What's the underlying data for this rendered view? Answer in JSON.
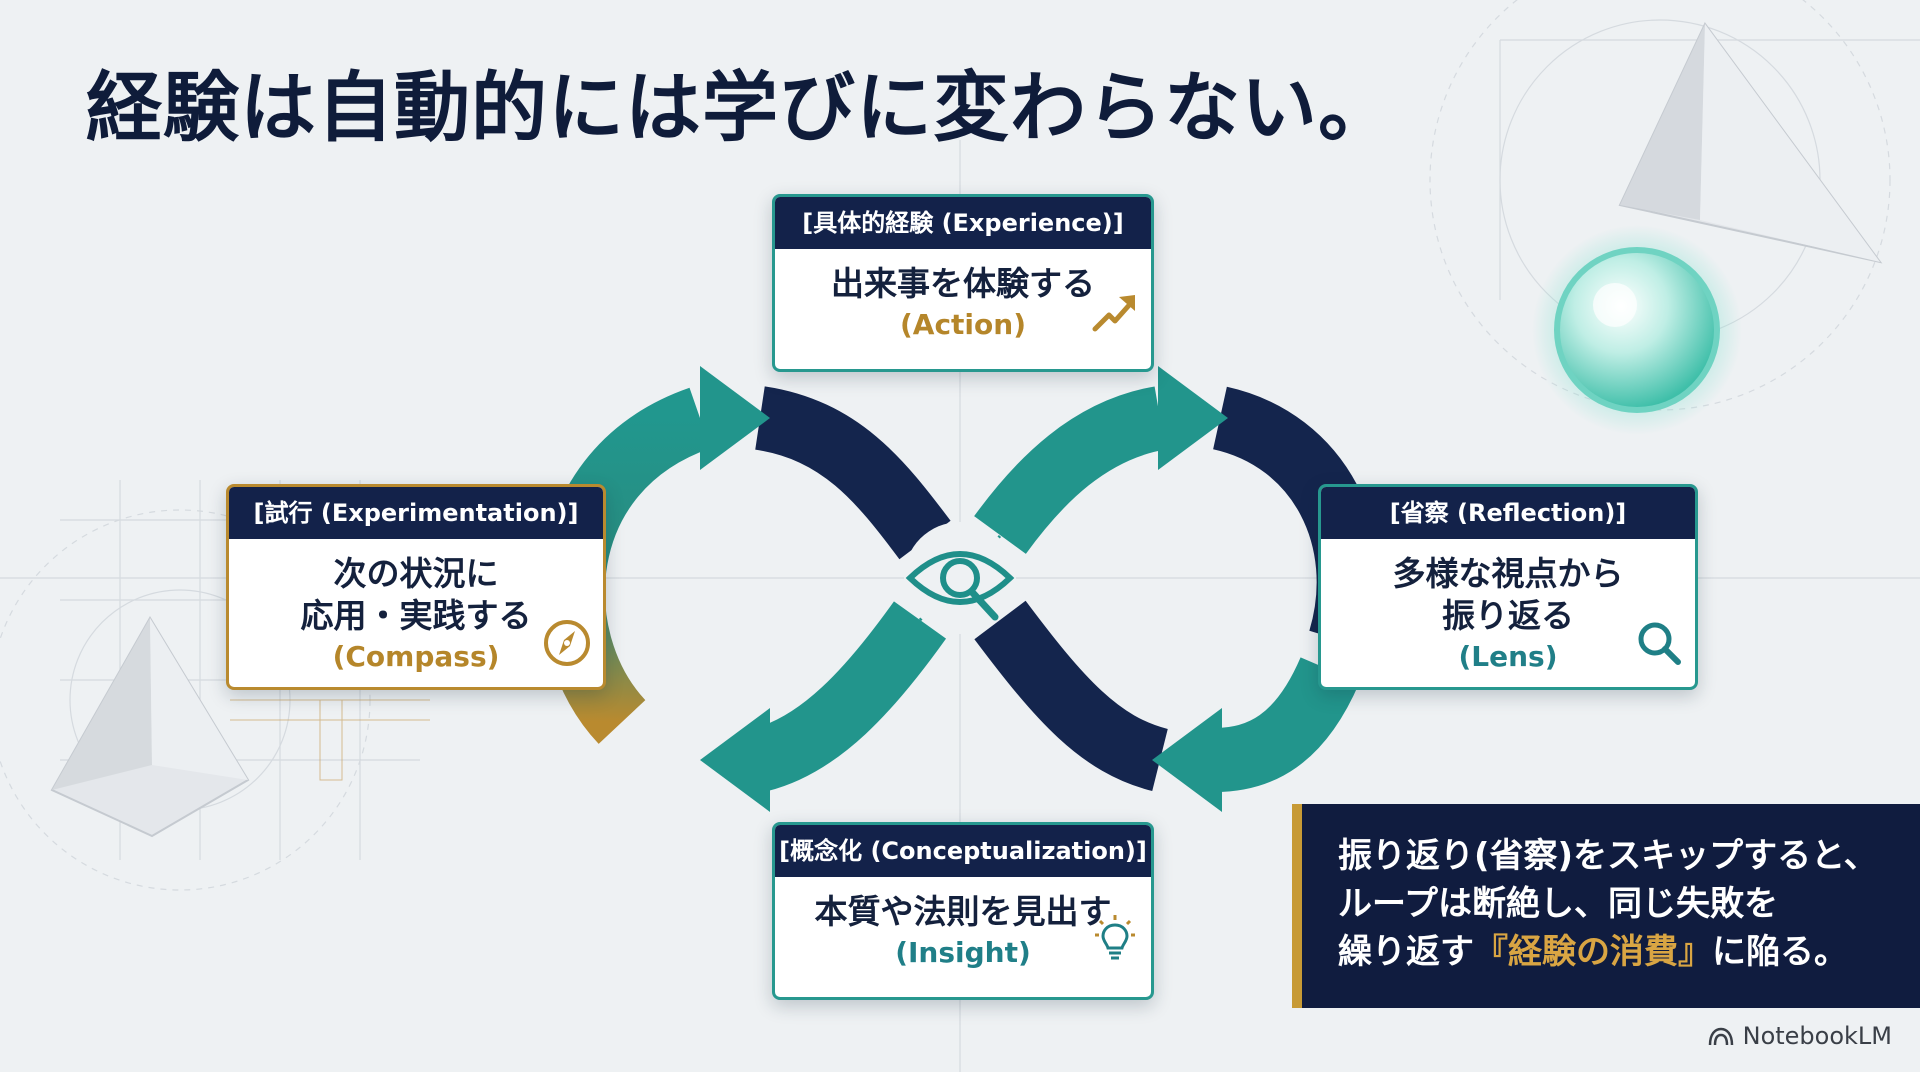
{
  "title": "経験は自動的には学びに変わらない。",
  "cycle": {
    "center_icon": "eye-magnifier-icon",
    "stages": {
      "experience": {
        "header": "[具体的経験 (Experience)]",
        "main": "出来事を体験する",
        "sub": "(Action)",
        "icon": "arrow-up-right-icon"
      },
      "reflection": {
        "header": "[省察 (Reflection)]",
        "main_line1": "多様な視点から",
        "main_line2": "振り返る",
        "sub": "(Lens)",
        "icon": "magnifier-icon"
      },
      "conceptualization": {
        "header": "[概念化 (Conceptualization)]",
        "main": "本質や法則を見出す",
        "sub": "(Insight)",
        "icon": "lightbulb-icon"
      },
      "experimentation": {
        "header": "[試行 (Experimentation)]",
        "main_line1": "次の状況に",
        "main_line2": "応用・実践する",
        "sub": "(Compass)",
        "icon": "compass-icon"
      }
    }
  },
  "callout": {
    "line1": "振り返り(省察)をスキップすると、",
    "line2": "ループは断絶し、同じ失敗を",
    "line3_before": "繰り返す",
    "line3_emphasis": "『経験の消費』",
    "line3_after": "に陥る。"
  },
  "brand": "NotebookLM",
  "colors": {
    "navy": "#13224a",
    "teal": "#22958c",
    "gold": "#b98a2f",
    "background": "#eef1f3"
  }
}
